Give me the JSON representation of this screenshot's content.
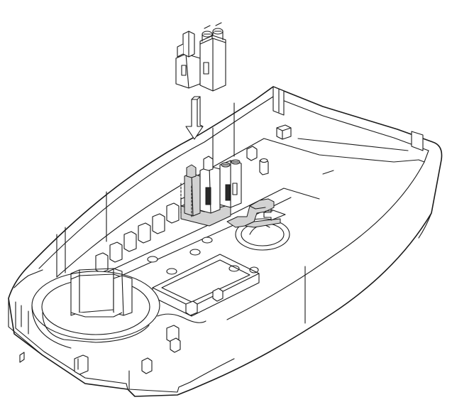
{
  "figure": {
    "kind": "exploded assembly illustration",
    "parts": [
      "terminal-block",
      "insertion-arrow",
      "housing-base",
      "mounted-terminals",
      "gray-bracket",
      "bracket-arrow",
      "round-cutout",
      "boss-ring"
    ],
    "colors": {
      "line": "#1a1a1a",
      "paper": "#ffffff",
      "highlight": "#d2d2d2",
      "dark": "#2a2a2a"
    }
  }
}
